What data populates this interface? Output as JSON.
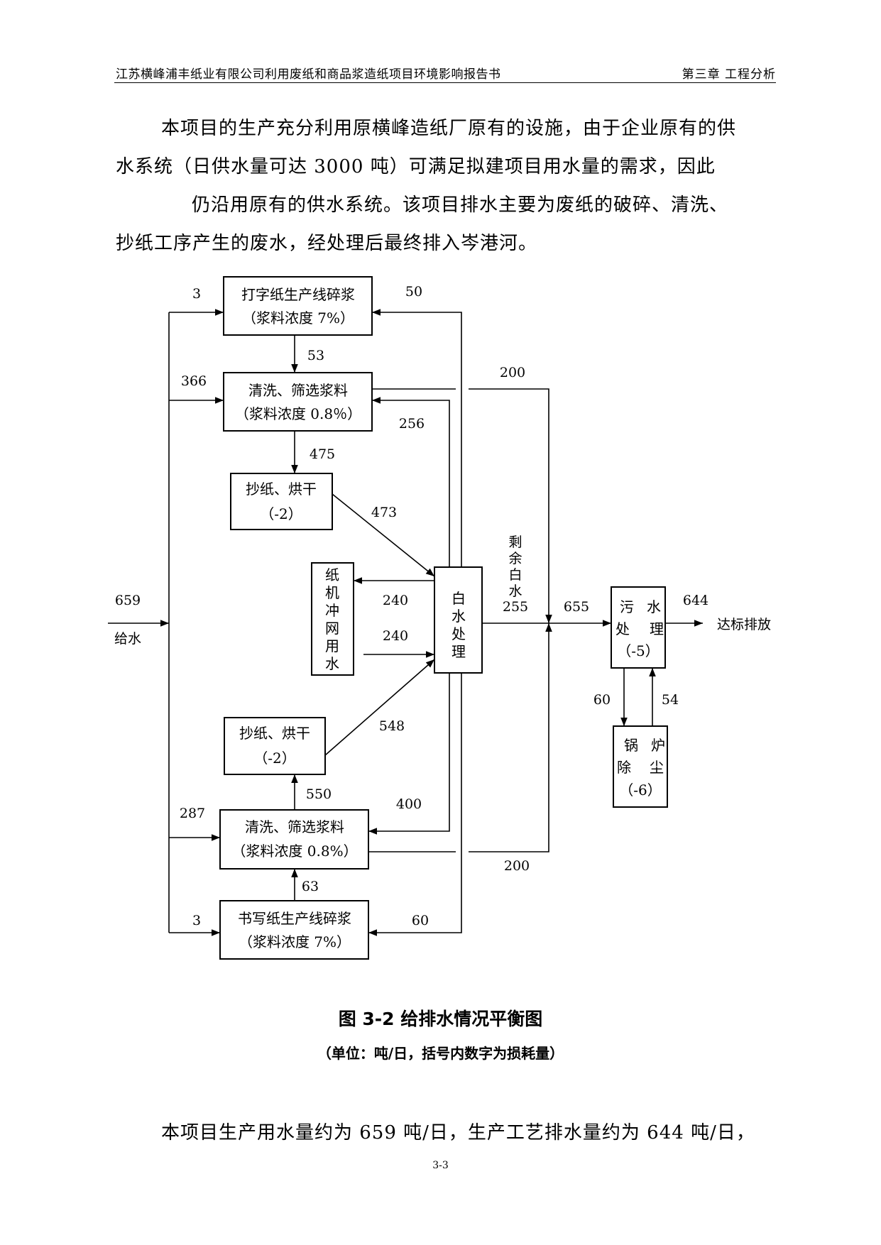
{
  "header": {
    "left": "江苏横峰浦丰纸业有限公司利用废纸和商品浆造纸项目环境影响报告书",
    "right": "第三章 工程分析"
  },
  "paragraphs": {
    "p1_line1": "本项目的生产充分利用原横峰造纸厂原有的设施，由于企业原有的供",
    "p1_line2": "水系统（日供水量可达 3000 吨）可满足拟建项目用水量的需求，因此",
    "p1_line3": "仍沿用原有的供水系统。该项目排水主要为废纸的破碎、清洗、",
    "p1_line4": "抄纸工序产生的废水，经处理后最终排入岑港河。",
    "p2_line1": "本项目生产用水量约为 659 吨/日，生产工艺排水量约为 644 吨/日，"
  },
  "diagram": {
    "boxes": {
      "b1_l1": "打字纸生产线碎浆",
      "b1_l2": "（浆料浓度 7%）",
      "b2_l1": "清洗、筛选浆料",
      "b2_l2": "（浆料浓度 0.8％）",
      "b3_l1": "抄纸、烘干",
      "b3_l2": "（-2）",
      "net": [
        "纸",
        "机",
        "冲",
        "网",
        "用",
        "水"
      ],
      "white": [
        "白",
        "水",
        "处",
        "理"
      ],
      "b4_l1": "抄纸、烘干",
      "b4_l2": "（-2）",
      "b5_l1": "清洗、筛选浆料",
      "b5_l2": "（浆料浓度 0.8%）",
      "b6_l1": "书写纸生产线碎浆",
      "b6_l2": "（浆料浓度 7%）",
      "sew_l1a": "污",
      "sew_l1b": "水",
      "sew_l2a": "处",
      "sew_l2b": "理",
      "sew_l3": "（-5）",
      "boil_l1a": "锅",
      "boil_l1b": "炉",
      "boil_l2a": "除",
      "boil_l2b": "尘",
      "boil_l3": "（-6）"
    },
    "flows": {
      "f3_top": "3",
      "f50": "50",
      "f53": "53",
      "f200_top": "200",
      "f366": "366",
      "f256": "256",
      "f475": "475",
      "f473": "473",
      "f240_a": "240",
      "f240_b": "240",
      "f659": "659",
      "supply": "给水",
      "f255": "255",
      "f655": "655",
      "f644": "644",
      "discharge": "达标排放",
      "f60_boil": "60",
      "f54": "54",
      "f548": "548",
      "f550": "550",
      "f400": "400",
      "f287": "287",
      "f200_bottom": "200",
      "f63": "63",
      "f3_bottom": "3",
      "f60_bottom": "60",
      "surplus": [
        "剩",
        "余",
        "白",
        "水"
      ]
    }
  },
  "caption": {
    "title": "图 3-2 给排水情况平衡图",
    "subtitle": "（单位：吨/日，括号内数字为损耗量）"
  },
  "page_number": "3-3"
}
